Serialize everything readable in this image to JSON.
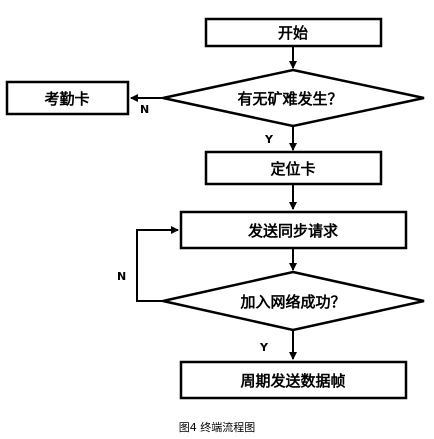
{
  "nodes": {
    "start": "开始",
    "mine_disaster_decision": "有无矿难发生？",
    "attendance_card": "考勤卡",
    "positioning_card": "定位卡",
    "send_sync_request": "发送同步请求",
    "join_network_decision": "加入网络成功？",
    "periodic_send": "周期发送数据帧"
  },
  "edge_labels": {
    "no_to_attendance": "N",
    "yes_to_positioning": "Y",
    "no_loop_back": "N",
    "yes_to_periodic": "Y"
  },
  "caption": "图4 终端流程图"
}
